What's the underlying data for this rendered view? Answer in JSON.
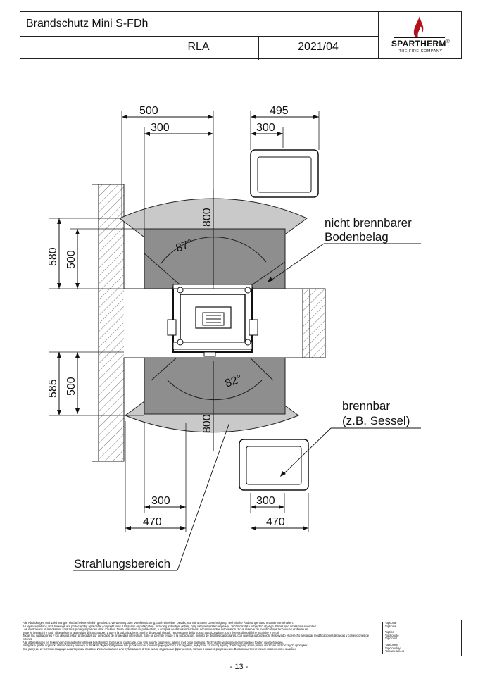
{
  "header": {
    "title": "Brandschutz Mini S-FDh",
    "code": "RLA",
    "date": "2021/04",
    "logo_name": "SPARTHERM",
    "logo_mark": "®",
    "logo_tagline": "THE FIRE COMPANY"
  },
  "drawing": {
    "dim_top_left_outer": "500",
    "dim_top_left_inner": "300",
    "dim_top_right_outer": "495",
    "dim_top_right_inner": "300",
    "dim_front_depth": "800",
    "angle_front": "87°",
    "dim_left_upper_outer": "580",
    "dim_left_upper_inner": "500",
    "dim_left_lower_outer": "585",
    "dim_left_lower_inner": "500",
    "angle_rear": "82°",
    "dim_rear_depth": "800",
    "dim_bottom_left_inner": "300",
    "dim_bottom_left_outer": "470",
    "dim_bottom_right_inner": "300",
    "dim_bottom_right_outer": "470",
    "label_noncombustible_1": "nicht brennbarer",
    "label_noncombustible_2": "Bodenbelag",
    "label_combustible_1": "brennbar",
    "label_combustible_2": "(z.B. Sessel)",
    "label_radiation": "Strahlungsbereich"
  },
  "footer": {
    "lines": [
      "Alle Abbildungen und Zeichnungen sind urheberrechtlich geschützt. Verwertung oder Veröffentlichung, auch einzelner Details, nur mit unserer Genehmigung. Technische Änderungen und Irrtümer vorbehalten.",
      "All representations and drawings are protected by applicable copyright laws. Utilisation or publication, including individual details, only with our written approval. Technical data subject to change. Errors and omissions excepted.",
      "Les illustrations et les dessins sont tous protégés par des droit d'auteur. Toute utilisation ou publication, y compris de détails individuels, nécessite notre autorisation. Sous réserve de modifications techniques et d'erreurs.",
      "Tutte le immagini e tutti i disegni sono protetti da diritto d'autore. L'uso o la pubblicazione, anche di dettagli singoli, necessitano della nostra autorizzazione. Con riserva di modifiche tecniche e errori.",
      "Todas las ilustraciones y los dibujos están protegidos por derechos de propiedad intelectual. Solo se permite el uso o la publicación, incluso de detalles particulares, con nuestra autorización. Reservado el derecho a realizar modificaciones técnicas y correcciones de errores.",
      "Alle afbeeldingen en tekeningen zijn auteursrechtelijk beschermd. Gebruik of publicatie, ook van aparte gegevens, alleen met onze toelating. Technische wijzigingen en mogelijke fouten voorbehouden.",
      "Wszystkie grafiki i rysunki chronione są prawem autorskim. Wykorzystywanie lub publikowanie, również pojedynczych szczegółów, wyłącznie za naszą zgodą. Zastrzegamy sobie prawo do zmian technicznych i pomyłek.",
      "Все рисунки и чертежи защищены авторским правом. Использование или публикация, в том числе отдельных фрагментов, только с нашего разрешения. Возможны технические изменения и ошибки."
    ],
    "options": [
      "*optional",
      "*optional",
      "",
      "*option",
      "*opzionale",
      "*opcional",
      "",
      "*optionele",
      "*opcjonalny",
      "*опционально"
    ]
  },
  "page_number": "- 13 -"
}
